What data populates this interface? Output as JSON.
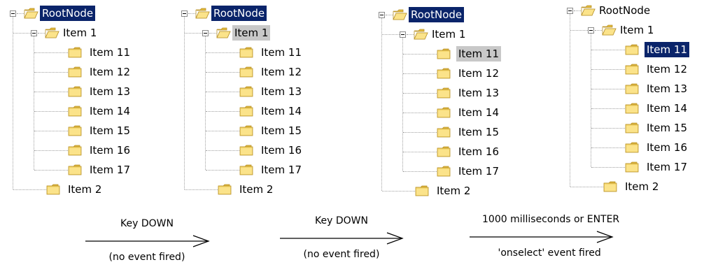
{
  "trees": [
    {
      "root": "RootNode",
      "item1": "Item 1",
      "children": [
        "Item 11",
        "Item 12",
        "Item 13",
        "Item 14",
        "Item 15",
        "Item 16",
        "Item 17"
      ],
      "item2": "Item 2",
      "selected": "root"
    },
    {
      "root": "RootNode",
      "item1": "Item 1",
      "children": [
        "Item 11",
        "Item 12",
        "Item 13",
        "Item 14",
        "Item 15",
        "Item 16",
        "Item 17"
      ],
      "item2": "Item 2",
      "selected": "root",
      "highlighted": "item1"
    },
    {
      "root": "RootNode",
      "item1": "Item 1",
      "children": [
        "Item 11",
        "Item 12",
        "Item 13",
        "Item 14",
        "Item 15",
        "Item 16",
        "Item 17"
      ],
      "item2": "Item 2",
      "selected": "root",
      "highlighted": "Item 11"
    },
    {
      "root": "RootNode",
      "item1": "Item 1",
      "children": [
        "Item 11",
        "Item 12",
        "Item 13",
        "Item 14",
        "Item 15",
        "Item 16",
        "Item 17"
      ],
      "item2": "Item 2",
      "selected": "Item 11"
    }
  ],
  "transitions": [
    {
      "top": "Key DOWN",
      "bottom": "(no event fired)"
    },
    {
      "top": "Key DOWN",
      "bottom": "(no event fired)"
    },
    {
      "top": "1000 milliseconds or ENTER",
      "bottom": "'onselect' event fired"
    }
  ],
  "colors": {
    "selected_bg": "#0a246a",
    "highlight_bg": "#c8c8c8",
    "folder": "#f5d76e"
  },
  "icons": {
    "toggle": "minus-box-icon",
    "folder_open": "folder-open-icon",
    "folder": "folder-icon"
  }
}
